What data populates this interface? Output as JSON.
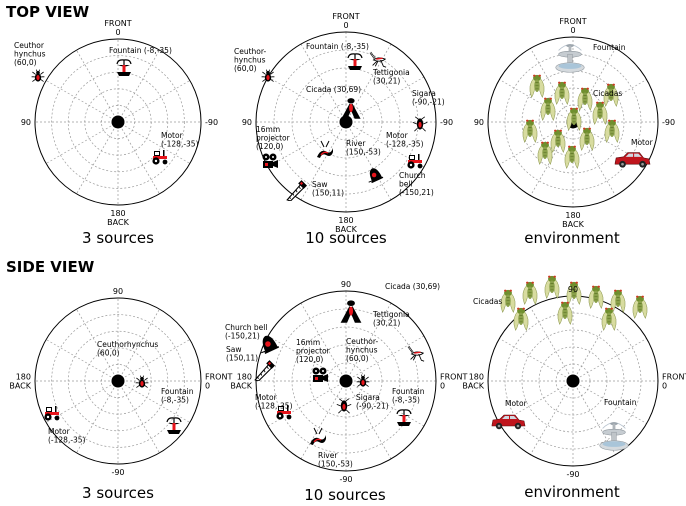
{
  "sections": {
    "top": {
      "title": "TOP VIEW"
    },
    "side": {
      "title": "SIDE VIEW"
    }
  },
  "panels": [
    {
      "caption": "3 sources",
      "angles": {
        "t": [
          "FRONT",
          "0"
        ],
        "b": [
          "180",
          "BACK"
        ],
        "l": [
          "90"
        ],
        "r": [
          "-90"
        ]
      },
      "labels": [
        [
          "Ceuthor",
          "hynchus",
          "(60,0)"
        ],
        [
          "Fountain (-8,-35)"
        ],
        [
          "Motor",
          "(-128,-35)"
        ]
      ]
    },
    {
      "caption": "10 sources",
      "angles": {
        "t": [
          "FRONT",
          "0"
        ],
        "b": [
          "180",
          "BACK"
        ],
        "l": [
          "90"
        ],
        "r": [
          "-90"
        ]
      },
      "labels": [
        [
          "Ceuthor-",
          "hynchus",
          "(60,0)"
        ],
        [
          "Fountain (-8,-35)"
        ],
        [
          "Tettigonia",
          "(30,21)"
        ],
        [
          "Cicada (30,69)"
        ],
        [
          "Sigara",
          "(-90,-21)"
        ],
        [
          "Motor",
          "(-128,-35)"
        ],
        [
          "16mm",
          "projector",
          "(120,0)"
        ],
        [
          "River",
          "(150,-53)"
        ],
        [
          "Saw",
          "(150,11)"
        ],
        [
          "Church",
          "bell",
          "(-150,21)"
        ]
      ]
    },
    {
      "caption": "environment",
      "angles": {
        "t": [
          "FRONT",
          "0"
        ],
        "b": [
          "180",
          "BACK"
        ],
        "l": [
          "90"
        ],
        "r": [
          "-90"
        ]
      },
      "labels": [
        [
          "Fountain"
        ],
        [
          "Cicadas"
        ],
        [
          "Motor"
        ]
      ]
    },
    {
      "caption": "3 sources",
      "angles": {
        "t": [
          "90"
        ],
        "b": [
          "-90"
        ],
        "l": [
          "180",
          "BACK"
        ],
        "r": [
          "FRONT",
          "0"
        ]
      },
      "labels": [
        [
          "Ceuthorhynchus",
          "(60,0)"
        ],
        [
          "Fountain",
          "(-8,-35)"
        ],
        [
          "Motor",
          "(-128,-35)"
        ]
      ]
    },
    {
      "caption": "10 sources",
      "angles": {
        "t": [
          "90"
        ],
        "b": [
          "-90"
        ],
        "l": [
          "180",
          "BACK"
        ],
        "r": [
          "FRONT",
          "0"
        ]
      },
      "labels": [
        [
          "Cicada (30,69)"
        ],
        [
          "Church bell",
          "(-150,21)"
        ],
        [
          "Tettigonia",
          "(30,21)"
        ],
        [
          "16mm",
          "projector",
          "(120,0)"
        ],
        [
          "Ceuthor-",
          "hynchus",
          "(60,0)"
        ],
        [
          "Saw",
          "(150,11)"
        ],
        [
          "Motor",
          "(-128,-35)"
        ],
        [
          "Sigara",
          "(-90,-21)"
        ],
        [
          "Fountain",
          "(-8,-35)"
        ],
        [
          "River",
          "(150,-53)"
        ]
      ]
    },
    {
      "caption": "environment",
      "angles": {
        "t": [
          "90"
        ],
        "b": [
          "-90"
        ],
        "l": [
          "180",
          "BACK"
        ],
        "r": [
          "FRONT",
          "0"
        ]
      },
      "labels": [
        [
          "Cicadas"
        ],
        [
          "Motor"
        ],
        [
          "Fountain"
        ]
      ]
    }
  ],
  "icons": [
    "beetle-icon",
    "fountain-icon",
    "tractor-icon",
    "cricket-icon",
    "cicada-icon",
    "water-bug-icon",
    "film-projector-icon",
    "river-icon",
    "saw-icon",
    "bell-icon",
    "car-icon"
  ],
  "colors": {
    "accent": "#e8141b",
    "ink": "#000000",
    "cicada_green": "#8aa04a",
    "car_red": "#c0151d"
  }
}
